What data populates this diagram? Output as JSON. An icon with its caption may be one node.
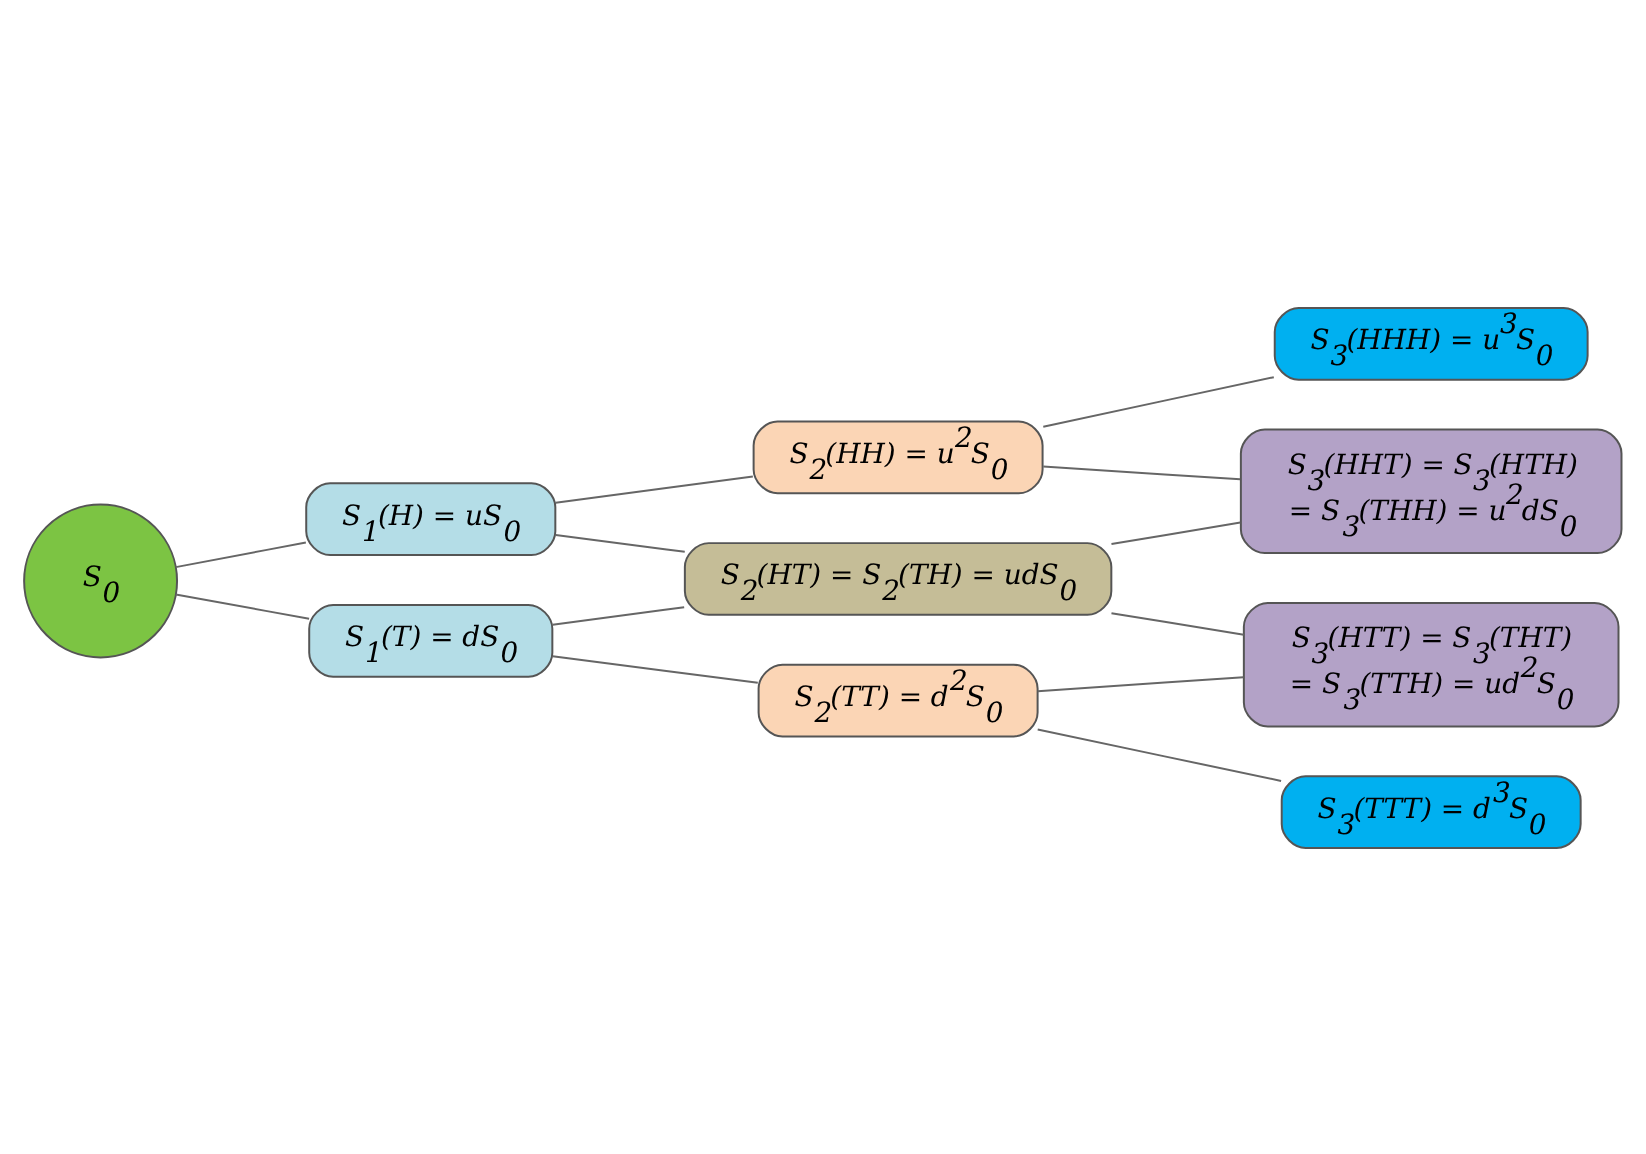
{
  "diagram": {
    "nodes": [
      {
        "text": [
          "S$_{0}$"
        ]
      },
      {
        "text": [
          "S$_{1}$(H) = uS$_{0}$"
        ]
      },
      {
        "text": [
          "S$_{1}$(T) = dS$_{0}$"
        ]
      },
      {
        "text": [
          "S$_{2}$(HH) = u$^{2}$S$_{0}$"
        ]
      },
      {
        "text": [
          "S$_{2}$(HT) = S$_{2}$(TH) = udS$_{0}$"
        ]
      },
      {
        "text": [
          "S$_{2}$(TT) = d$^{2}$S$_{0}$"
        ]
      },
      {
        "text": [
          "S$_{3}$(HHH) = u$^{3}$S$_{0}$"
        ]
      },
      {
        "text": [
          "S$_{3}$(HHT) = S$_{3}$(HTH) = S$_{3}$(THH) = u$^{2}$dS$_{0}$"
        ]
      },
      {
        "text": [
          "S$_{3}$(HTT) = S$_{3}$(THT) = S$_{3}$(TTH) = ud$^{2}$S$_{0}$"
        ]
      },
      {
        "text": [
          "S$_{3}$(TTT) = d$^{3}$S$_{0}$"
        ]
      }
    ],
    "edges": [
      {
        "from": 0,
        "to": 1,
        "arrow": "none"
      },
      {
        "from": 0,
        "to": 2,
        "arrow": "none"
      },
      {
        "from": 1,
        "to": 3,
        "arrow": "none"
      },
      {
        "from": 1,
        "to": 4,
        "arrow": "none"
      },
      {
        "from": 2,
        "to": 4,
        "arrow": "none"
      },
      {
        "from": 2,
        "to": 5,
        "arrow": "none"
      },
      {
        "from": 3,
        "to": 6,
        "arrow": "none"
      },
      {
        "from": 3,
        "to": 7,
        "arrow": "none"
      },
      {
        "from": 4,
        "to": 7,
        "arrow": "none"
      },
      {
        "from": 4,
        "to": 8,
        "arrow": "none"
      },
      {
        "from": 5,
        "to": 8,
        "arrow": "none"
      },
      {
        "from": 5,
        "to": 9,
        "arrow": "none"
      }
    ]
  }
}
